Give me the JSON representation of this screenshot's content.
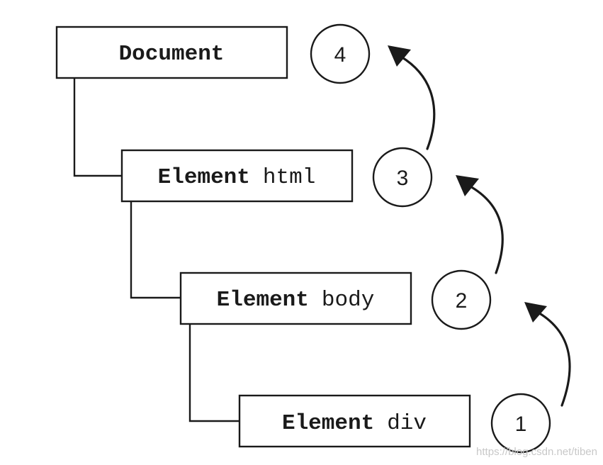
{
  "nodes": [
    {
      "id": "document",
      "type": "Document",
      "name": ""
    },
    {
      "id": "html",
      "type": "Element",
      "name": "html"
    },
    {
      "id": "body",
      "type": "Element",
      "name": "body"
    },
    {
      "id": "div",
      "type": "Element",
      "name": "div"
    }
  ],
  "steps": [
    "4",
    "3",
    "2",
    "1"
  ],
  "edges": [
    {
      "from": "document",
      "to": "html"
    },
    {
      "from": "html",
      "to": "body"
    },
    {
      "from": "body",
      "to": "div"
    }
  ],
  "arrows": [
    {
      "from_step": "1",
      "to_step": "2"
    },
    {
      "from_step": "2",
      "to_step": "3"
    },
    {
      "from_step": "3",
      "to_step": "4"
    }
  ],
  "watermark": "https://blog.csdn.net/tiben",
  "colors": {
    "ink": "#1a1a1a",
    "background": "#ffffff",
    "watermark": "#c8c8c8"
  }
}
